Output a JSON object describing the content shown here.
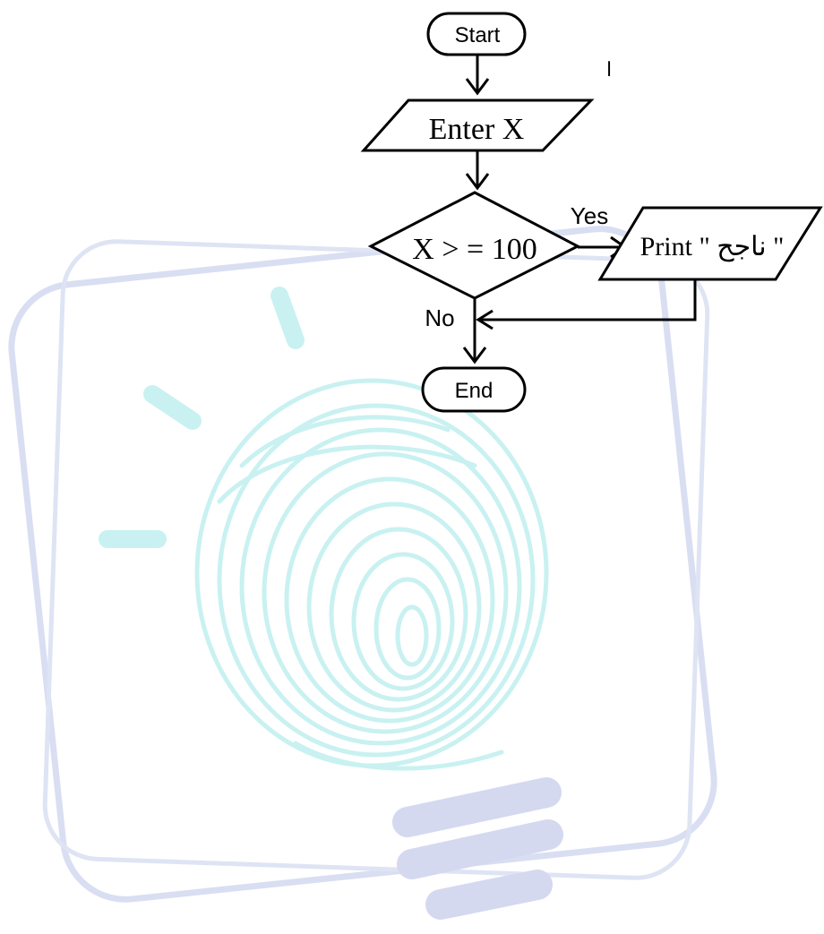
{
  "flowchart": {
    "start_label": "Start",
    "input_label": "Enter X",
    "decision_label": "X > = 100",
    "yes_label": "Yes",
    "no_label": "No",
    "output_label": "Print \" ناجح \"",
    "end_label": "End",
    "stray_mark": "ا"
  },
  "colors": {
    "ink": "#000000",
    "watermark_frame": "#d9def2",
    "watermark_teal": "#c9f1f1",
    "watermark_base": "#d4d9f0"
  },
  "watermark": {
    "type": "lightbulb-fingerprint-logo"
  }
}
